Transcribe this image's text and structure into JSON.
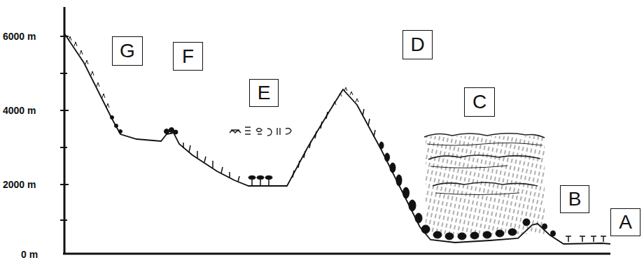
{
  "diagram": {
    "nodes": [
      {
        "text": [
          "G"
        ]
      },
      {
        "text": [
          "F"
        ]
      },
      {
        "text": [
          "E"
        ]
      },
      {
        "text": [
          "D"
        ]
      },
      {
        "text": [
          "C"
        ]
      },
      {
        "text": [
          "B"
        ]
      },
      {
        "text": [
          "A"
        ]
      }
    ],
    "labels": [
      "6000 m",
      "4000 m",
      "2000 m",
      "0 m"
    ]
  }
}
